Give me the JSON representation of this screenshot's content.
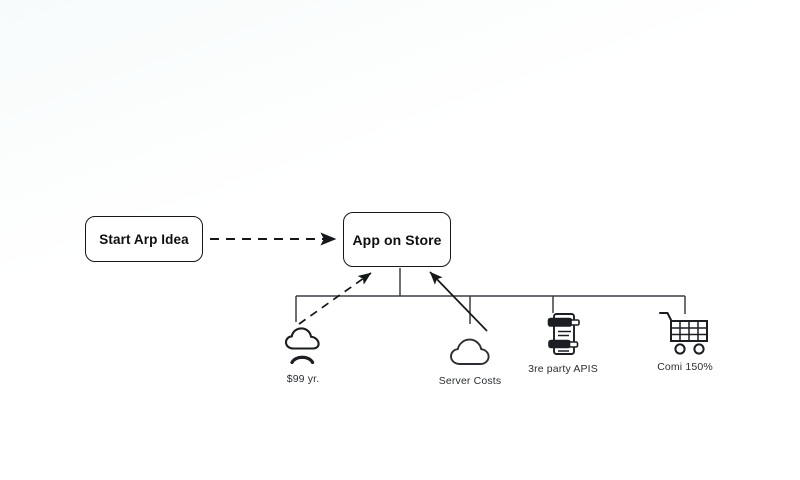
{
  "diagram": {
    "title_text": "",
    "stroke_color": "#15181b",
    "text_color": "#0d0f11",
    "background_color": "#fdfefe",
    "nodes": [
      {
        "id": "start",
        "label": "Start Arp Idea"
      },
      {
        "id": "store",
        "label": "App on Store"
      }
    ],
    "connectors": [
      {
        "id": "start-to-store",
        "style": "dashed",
        "arrow": "right"
      },
      {
        "id": "store-bus",
        "style": "solid",
        "arrow": "none"
      },
      {
        "id": "cloud-to-store",
        "style": "dashed",
        "arrow": "up-right"
      },
      {
        "id": "server-to-store",
        "style": "solid",
        "arrow": "up-left"
      }
    ],
    "leaves": [
      {
        "id": "dev-account",
        "icon": "cloud-upload-icon",
        "caption": "$99 yr."
      },
      {
        "id": "server-costs",
        "icon": "cloud-icon",
        "caption": "Server Costs"
      },
      {
        "id": "third-party-apis",
        "icon": "server-document-icon",
        "caption": "3re party APIS"
      },
      {
        "id": "commission",
        "icon": "shopping-cart-icon",
        "caption": "Comi 150%"
      }
    ]
  }
}
